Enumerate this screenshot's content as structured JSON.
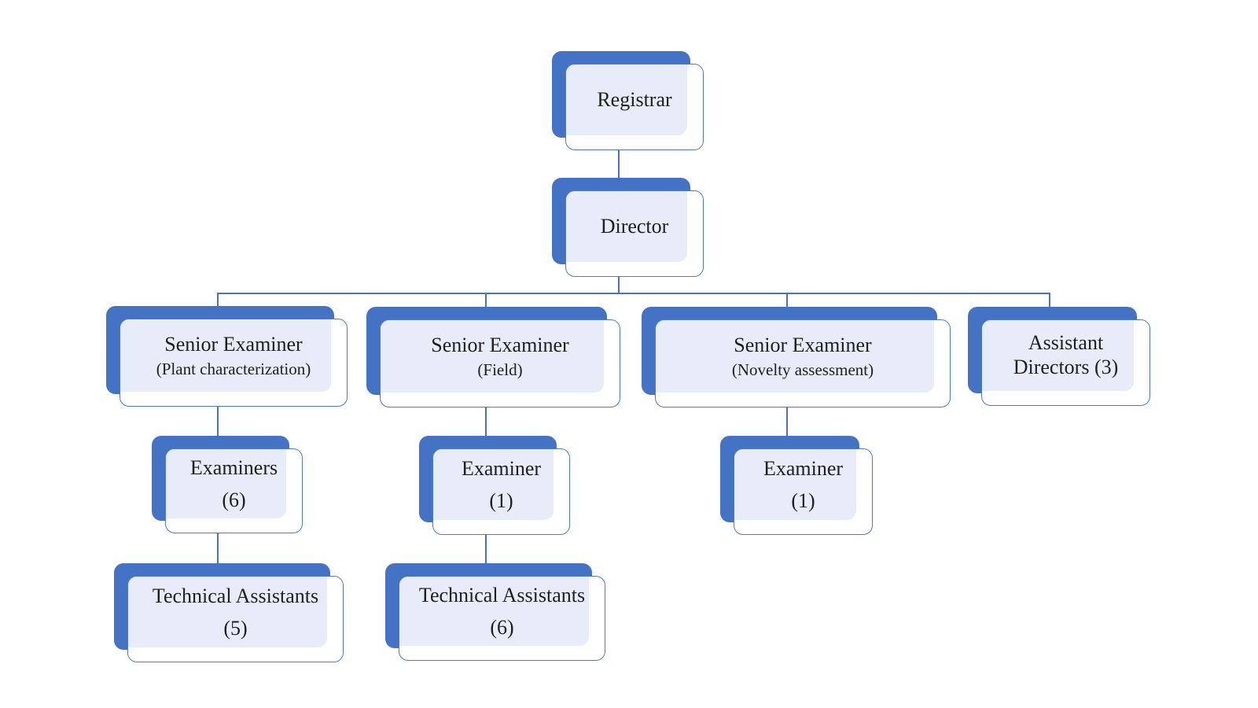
{
  "diagram": {
    "type": "org-chart",
    "colors": {
      "shadow": "#4472C4",
      "tint": "#E8ECF8",
      "border": "#4d7ac7",
      "line": "#4a74b8",
      "text": "#1f1f1f"
    },
    "nodes": [
      {
        "id": "registrar",
        "line1": "Registrar",
        "line2": "",
        "parent": null
      },
      {
        "id": "director",
        "line1": "Director",
        "line2": "",
        "parent": "registrar"
      },
      {
        "id": "senior-plant",
        "line1": "Senior Examiner",
        "line2": "(Plant characterization)",
        "parent": "director"
      },
      {
        "id": "senior-field",
        "line1": "Senior Examiner",
        "line2": "(Field)",
        "parent": "director"
      },
      {
        "id": "senior-novelty",
        "line1": "Senior Examiner",
        "line2": "(Novelty assessment)",
        "parent": "director"
      },
      {
        "id": "assistant-directors",
        "line1": "Assistant",
        "line2": "Directors (3)",
        "parent": "director"
      },
      {
        "id": "examiners-plant",
        "line1": "Examiners",
        "line2": "(6)",
        "parent": "senior-plant"
      },
      {
        "id": "examiner-field",
        "line1": "Examiner",
        "line2": "(1)",
        "parent": "senior-field"
      },
      {
        "id": "examiner-novelty",
        "line1": "Examiner",
        "line2": "(1)",
        "parent": "senior-novelty"
      },
      {
        "id": "tech-assistants-plant",
        "line1": "Technical Assistants",
        "line2": "(5)",
        "parent": "examiners-plant"
      },
      {
        "id": "tech-assistants-field",
        "line1": "Technical Assistants",
        "line2": "(6)",
        "parent": "examiner-field"
      }
    ]
  }
}
